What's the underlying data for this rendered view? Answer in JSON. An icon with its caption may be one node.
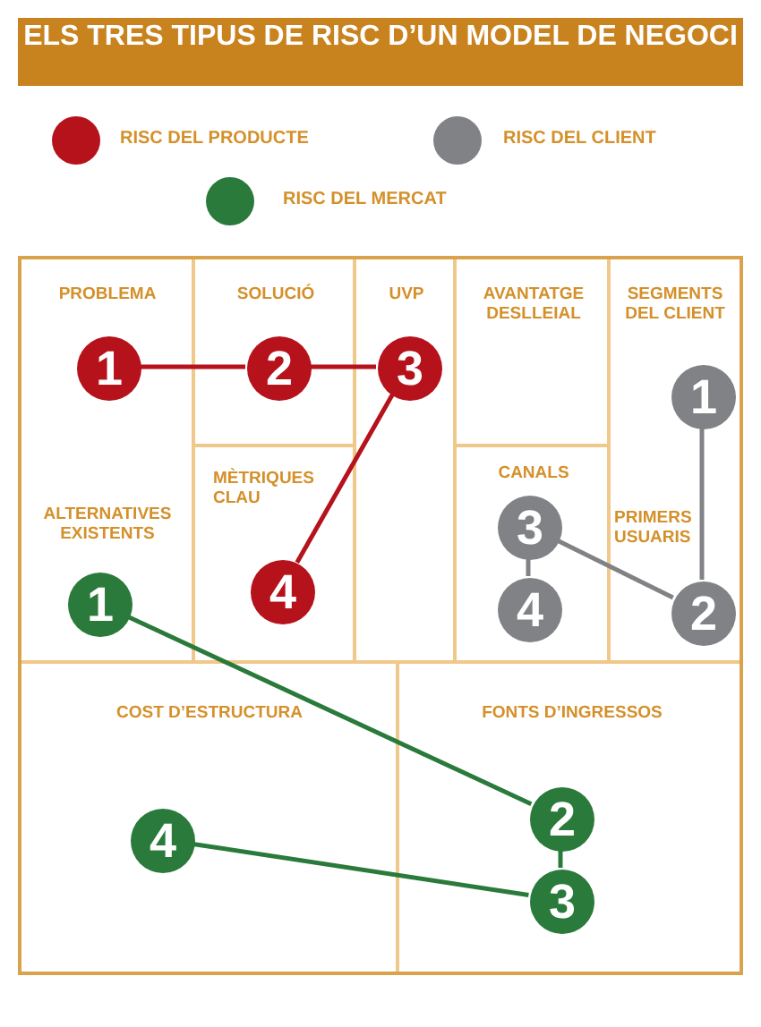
{
  "diagram": {
    "title": "ELS TRES TIPUS DE RISC D’UN MODEL DE NEGOCI",
    "nodes": [
      {
        "text": [
          "PROBLEMA",
          "ALTERNATIVES EXISTENTS"
        ]
      },
      {
        "text": [
          "1"
        ],
        "in": 0
      },
      {
        "text": [
          "1"
        ],
        "in": 0
      },
      {
        "text": [
          "SOLUCIÓ"
        ]
      },
      {
        "text": [
          "2"
        ],
        "in": 3
      },
      {
        "text": [
          "UVP"
        ]
      },
      {
        "text": [
          "3"
        ],
        "in": 5
      },
      {
        "text": [
          "AVANTATGE DESLLEIAL"
        ]
      },
      {
        "text": [
          "SEGMENTS DEL CLIENT",
          "PRIMERS USUARIS"
        ]
      },
      {
        "text": [
          "1"
        ],
        "in": 8
      },
      {
        "text": [
          "2"
        ],
        "in": 8
      },
      {
        "text": [
          "MÈTRIQUES CLAU"
        ]
      },
      {
        "text": [
          "4"
        ],
        "in": 11
      },
      {
        "text": [
          "CANALS"
        ]
      },
      {
        "text": [
          "3"
        ],
        "in": 13
      },
      {
        "text": [
          "4"
        ],
        "in": 13
      },
      {
        "text": [
          "COST D’ESTRUCTURA"
        ]
      },
      {
        "text": [
          "4"
        ],
        "in": 16
      },
      {
        "text": [
          "FONTS D’INGRESSOS"
        ]
      },
      {
        "text": [
          "2"
        ],
        "in": 18
      },
      {
        "text": [
          "3"
        ],
        "in": 18
      }
    ],
    "edges": [
      {
        "from": 1,
        "to": 4,
        "arrow": "none",
        "color": "#b5121b"
      },
      {
        "from": 4,
        "to": 6,
        "arrow": "none",
        "color": "#b5121b"
      },
      {
        "from": 6,
        "to": 12,
        "arrow": "none",
        "color": "#b5121b"
      },
      {
        "from": 9,
        "to": 10,
        "arrow": "none",
        "color": "#808285"
      },
      {
        "from": 10,
        "to": 14,
        "arrow": "none",
        "color": "#808285"
      },
      {
        "from": 14,
        "to": 15,
        "arrow": "none",
        "color": "#808285"
      },
      {
        "from": 2,
        "to": 19,
        "arrow": "none",
        "color": "#2a7a3b"
      },
      {
        "from": 19,
        "to": 20,
        "arrow": "none",
        "color": "#2a7a3b"
      },
      {
        "from": 20,
        "to": 17,
        "arrow": "none",
        "color": "#2a7a3b"
      }
    ],
    "legend": [
      {
        "text": "RISC DEL PRODUCTE",
        "color": "#b5121b"
      },
      {
        "text": "RISC DEL CLIENT",
        "color": "#808285"
      },
      {
        "text": "RISC DEL MERCAT",
        "color": "#2a7a3b"
      }
    ]
  }
}
